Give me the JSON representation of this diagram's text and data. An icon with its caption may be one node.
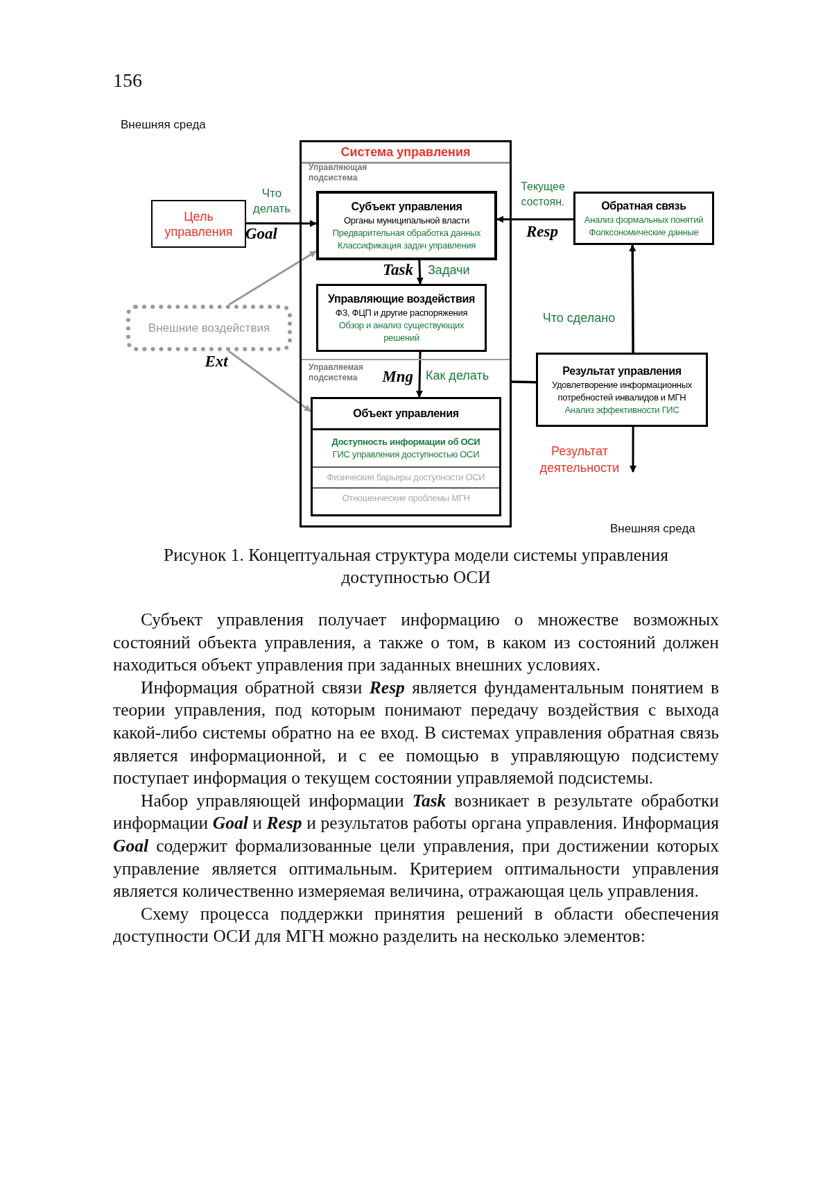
{
  "diagram": {
    "caption": "Рисунок 1. Концептуальная структура модели системы управления доступностью ОСИ",
    "nodes": [
      {
        "text": [
          "Система управления"
        ]
      },
      {
        "text": [
          "Управляющая подсистема"
        ],
        "in": 0
      },
      {
        "text": [
          "Субъект управления",
          "Органы муниципальной власти",
          "Предварительная обработка данных",
          "Классификация задач управления"
        ],
        "in": 1
      },
      {
        "text": [
          "Управляющие воздействия",
          "ФЗ, ФЦП и другие распоряжения",
          "Обзор и анализ существующих решений"
        ],
        "in": 1
      },
      {
        "text": [
          "Управляемая подсистема"
        ],
        "in": 0
      },
      {
        "text": [
          "Объект управления",
          "Доступность информации об ОСИ",
          "ГИС управления доступностью ОСИ",
          "Физические барьеры доступности ОСИ",
          "Отношенческие проблемы МГН"
        ],
        "in": 4
      },
      {
        "text": [
          "Цель управления"
        ]
      },
      {
        "text": [
          "Внешние воздействия"
        ]
      },
      {
        "text": [
          "Обратная связь",
          "Анализ формальных понятий",
          "Фолксономические данные"
        ]
      },
      {
        "text": [
          "Результат управления",
          "Удовлетворение информационных потребностей инвалидов и МГН",
          "Анализ эффективности ГИС"
        ]
      }
    ],
    "edges": [
      {
        "from": 6,
        "to": 2,
        "arrow": "to",
        "label": "Goal"
      },
      {
        "from": 7,
        "to": 2,
        "arrow": "to",
        "color": "#999999"
      },
      {
        "from": 7,
        "to": 5,
        "arrow": "to",
        "color": "#999999",
        "label": "Ext"
      },
      {
        "from": 2,
        "to": 3,
        "arrow": "to",
        "label": "Task"
      },
      {
        "from": 3,
        "to": 5,
        "arrow": "to",
        "label": "Mng"
      },
      {
        "from": 8,
        "to": 2,
        "arrow": "to",
        "label": "Resp"
      },
      {
        "from": 9,
        "to": 8,
        "arrow": "to",
        "label": "Что сделано"
      },
      {
        "from": 9,
        "to": null,
        "arrow": "to",
        "label": "Результат деятельности"
      },
      {
        "from": 9,
        "to": 4,
        "arrow": "none"
      }
    ],
    "labels": [
      "156",
      "Внешняя среда",
      "Что делать",
      "Текущее состоян.",
      "Задачи",
      "Как делать",
      "Внешняя среда",
      "Субъект управления получает информацию о множестве возможных состояний объекта управления, а также о том, в каком из состояний должен находиться объект управления при заданных внешних условиях.",
      "Информация обратной связи **Resp** является фундаментальным понятием в теории управления, под которым понимают передачу воздействия с выхода какой-либо системы обратно на ее вход. В системах управления обратная связь является информационной, и с ее помощью в управляющую подсистему поступает информация о текущем состоянии управляемой подсистемы.",
      "Набор управляющей информации **Task** возникает в результате обработки информации **Goal** и **Resp** и результатов работы органа управления. Информация **Goal** содержит формализованные цели управления, при достижении которых управление является оптимальным. Критерием оптимальности управления является количественно измеряемая величина, отражающая цель управления.",
      "Схему процесса поддержки принятия решений в области обеспечения доступности ОСИ для МГН можно разделить на несколько элементов:"
    ]
  }
}
